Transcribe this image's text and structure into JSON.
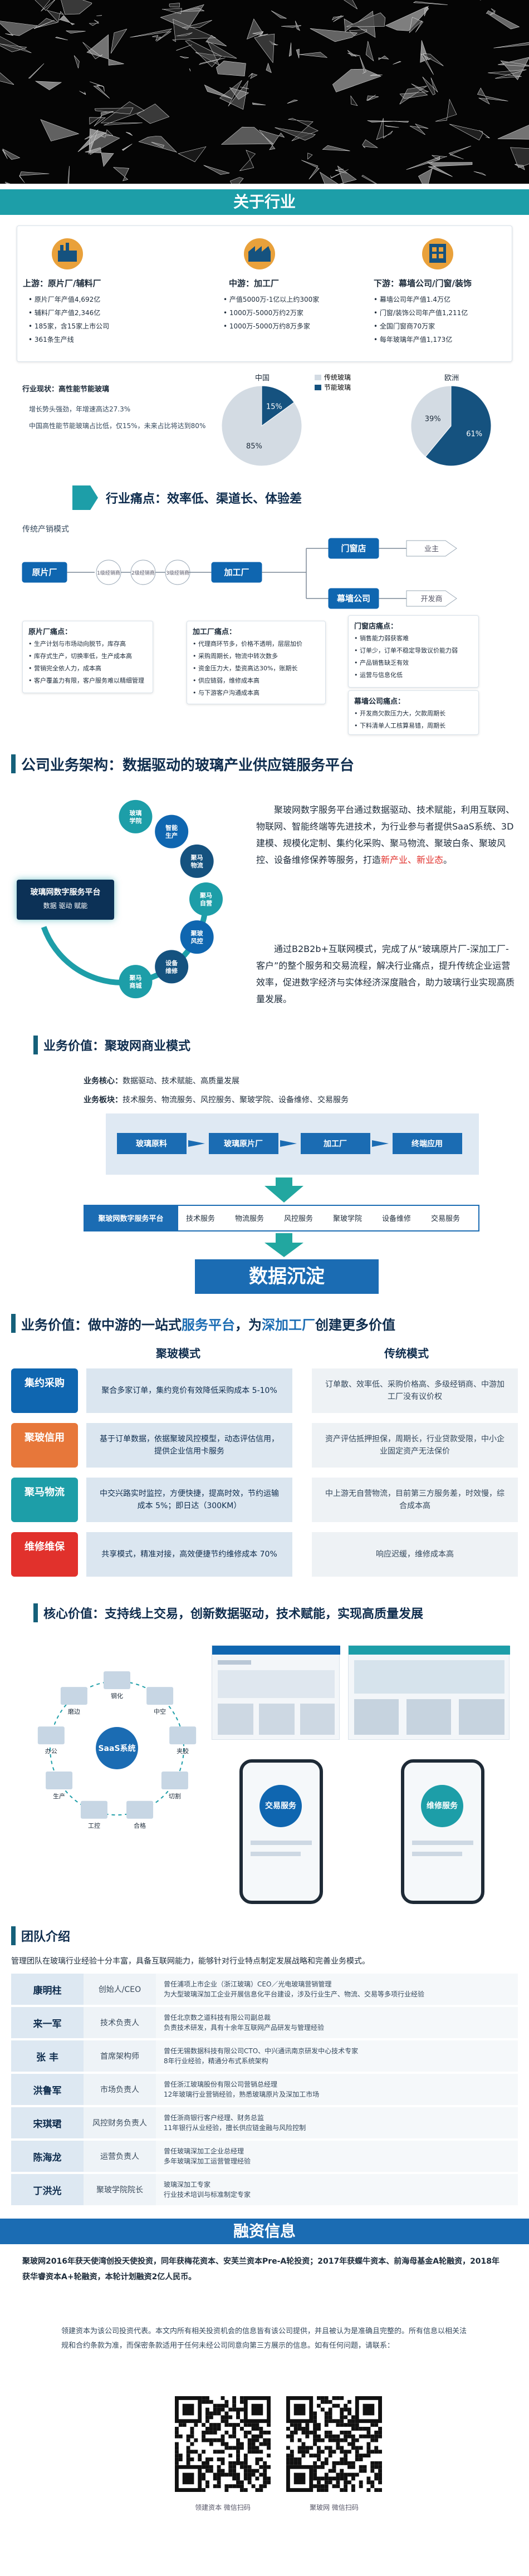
{
  "about": {
    "title": "关于行业"
  },
  "industry": {
    "upstream": {
      "label": "上游：原片厂/辅料厂",
      "items": [
        "原片厂年产值4,692亿",
        "辅料厂年产值2,346亿",
        "185家，含15家上市公司",
        "361条生产线"
      ]
    },
    "midstream": {
      "label": "中游：加工厂",
      "items": [
        "产值5000万-1亿以上约300家",
        "1000万-5000万约2万家",
        "1000万-5000万约8万多家"
      ]
    },
    "downstream": {
      "label": "下游：幕墙公司/门窗/装饰",
      "items": [
        "幕墙公司年产值1.4万亿",
        "门窗/装饰公司年产值1,211亿",
        "全国门窗商70万家",
        "每年玻璃年产值1,173亿"
      ]
    },
    "stats_title": "行业现状：高性能节能玻璃",
    "stats_lines": [
      "增长势头强劲，年增速高达27.3%",
      "中国高性能节能玻璃占比低，仅15%，未来占比将达到80%"
    ],
    "pie_cn": {
      "label": "中国",
      "slices": [
        15,
        85
      ],
      "labels": [
        "15%",
        "85%"
      ]
    },
    "pie_eu": {
      "label": "欧洲",
      "slices": [
        61,
        39
      ],
      "labels": [
        "61%",
        "39%"
      ]
    },
    "legend": [
      "传统玻璃",
      "节能玻璃"
    ],
    "colors": {
      "dark": "#15527f",
      "light": "#d3dbe3"
    }
  },
  "pain": {
    "title": "行业痛点：效率低、渠道长、体验差",
    "mode_label": "传统产销模式",
    "nodes": [
      "原片厂",
      "加工厂",
      "门窗店",
      "业主",
      "幕墙公司",
      "开发商"
    ],
    "small_nodes": [
      "1级经销商",
      "2级经销商",
      "3级经销商"
    ],
    "raw_title": "原片厂痛点：",
    "raw_items": [
      "生产计划与市场动向脱节，库存高",
      "库存式生产，切换率低，生产成本高",
      "营销完全依人力，成本高",
      "客户覆盖力有限，客户服务难以精细管理"
    ],
    "proc_title": "加工厂痛点：",
    "proc_items": [
      "代理商环节多，价格不透明，层层加价",
      "采购周期长，物流中转次数多",
      "资金压力大，垫资高达30%，账期长",
      "供应链弱，维修成本高",
      "与下游客户沟通成本高"
    ],
    "door_title": "门窗店痛点：",
    "door_items": [
      "销售能力弱获客难",
      "订单少，订单不稳定导致议价能力弱",
      "产品销售缺乏有效",
      "运营与信息化低"
    ],
    "wall_title": "幕墙公司痛点：",
    "wall_items": [
      "开发商欠款压力大，欠款周期长",
      "下料清单人工核算易错，周期长"
    ]
  },
  "arch": {
    "title": "公司业务架构：数据驱动的玻璃产业供应链服务平台",
    "platform": "玻璃网数字服务平台",
    "platform_sub": "数据 驱动 赋能",
    "modules": [
      "玻璃学院",
      "智能生产",
      "聚马物流",
      "聚马自营",
      "聚玻风控",
      "设备维修",
      "聚马商城"
    ],
    "para1": "聚玻网数字服务平台通过数据驱动、技术赋能，利用互联网、物联网、智能终端等先进技术，为行业参与者提供SaaS系统、3D建模、规模化定制、集约化采购、聚马物流、聚玻白条、聚玻风控、设备维修保养等服务，打造",
    "para1_red": "新产业、新业态",
    "para1_end": "。",
    "para2": "通过B2B2b+互联网模式，完成了从“玻璃原片厂-深加工厂-客户”的整个服务和交易流程，解决行业痛点，提升传统企业运营效率，促进数字经济与实体经济深度融合，助力玻璃行业实现高质量发展。"
  },
  "value1": {
    "title": "业务价值：聚玻网商业模式",
    "core_label": "业务核心：",
    "core": "数据驱动、技术赋能、高质量发展",
    "sections_label": "业务板块：",
    "sections": "技术服务、物流服务、风控服务、聚玻学院、设备维修、交易服务",
    "flow": [
      "玻璃原料",
      "玻璃原片厂",
      "加工厂",
      "终端应用"
    ],
    "platform": "聚玻网数字服务平台",
    "services": [
      "技术服务",
      "物流服务",
      "风控服务",
      "聚玻学院",
      "设备维修",
      "交易服务"
    ],
    "sink": "数据沉淀"
  },
  "value2": {
    "title_a": "业务价值：做中游的一站式",
    "title_b": "服务平台",
    "title_c": "，为",
    "title_d": "深加工厂",
    "title_e": "创建更多价值",
    "col1": "聚玻模式",
    "col2": "传统模式",
    "rows": [
      {
        "tag": "集约采购",
        "tag_color": "#0f66b0",
        "a": "聚合多家订单，集约竞价有效降低采购成本 5-10%",
        "b": "订单散、效率低、采购价格高、多级经销商、中游加工厂没有议价权"
      },
      {
        "tag": "聚玻信用",
        "tag_color": "#e7773a",
        "a": "基于订单数据，依据聚玻风控模型，动态评估信用，提供企业信用卡服务",
        "b": "资产评估抵押担保，周期长，行业贷款受限，中小企业固定资产无法保价"
      },
      {
        "tag": "聚马物流",
        "tag_color": "#1d9ea8",
        "a": "中交兴路实时监控，方便快捷，提高时效，节约运输成本 5%；即日达（300KM）",
        "b": "中上游无自营物流，目前第三方服务差，时效慢，综合成本高"
      },
      {
        "tag": "维修维保",
        "tag_color": "#e1312c",
        "a": "共享模式，精准对接，高效便捷节约维修成本 70%",
        "b": "响应迟缓，维修成本高"
      }
    ]
  },
  "core": {
    "title": "核心价值：支持线上交易，创新数据驱动，技术赋能，实现高质量发展",
    "saas": "SaaS系统",
    "ring": [
      "钢化",
      "中空",
      "夹胶",
      "切割",
      "合格",
      "工控",
      "生产",
      "办公",
      "磨边"
    ],
    "phone1": "交易服务",
    "phone2": "维修服务"
  },
  "team": {
    "title": "团队介绍",
    "intro": "管理团队在玻璃行业经验十分丰富，具备互联网能力，能够针对行业特点制定发展战略和完善业务模式。",
    "members": [
      {
        "name": "康明柱",
        "role": "创始人/CEO",
        "desc": "曾任浦项上市企业（浙江玻璃）CEO／光电玻璃营销管理\n为大型玻璃深加工企业开展信息化平台建设，涉及行业生产、物流、交易等多项行业经验"
      },
      {
        "name": "来一军",
        "role": "技术负责人",
        "desc": "曾任北京数之道科技有限公司副总裁\n负责技术研发，具有十余年互联网产品研发与管理经验"
      },
      {
        "name": "张  丰",
        "role": "首席架构师",
        "desc": "曾任无锡数据科技有限公司CTO、中兴通讯南京研发中心技术专家\n8年行业经验，精通分布式系统架构"
      },
      {
        "name": "洪鲁军",
        "role": "市场负责人",
        "desc": "曾任浙江玻璃股份有限公司营销总经理\n12年玻璃行业营销经验，熟悉玻璃原片及深加工市场"
      },
      {
        "name": "宋琪珺",
        "role": "风控财务负责人",
        "desc": "曾任浙商银行客户经理、财务总监\n11年银行从业经验，擅长供应链金融与风险控制"
      },
      {
        "name": "陈海龙",
        "role": "运营负责人",
        "desc": "曾任玻璃深加工企业总经理\n多年玻璃深加工运营管理经验"
      },
      {
        "name": "丁洪光",
        "role": "聚玻学院院长",
        "desc": "玻璃深加工专家\n行业技术培训与标准制定专家"
      }
    ]
  },
  "finance": {
    "title": "融资信息",
    "text": "聚玻网2016年获天使湾创投天使投资，同年获梅花资本、安芙兰资本Pre-A轮投资；2017年获蝶牛资本、前海母基金A轮融资，2018年获华睿资本A+轮融资，本轮计划融资2亿人民币。"
  },
  "footer": {
    "disclaimer": "领建资本为该公司投资代表。本文内所有相关投资机会的信息皆有该公司提供，并且被认为是准确且完整的。所有信息以相关法规和合约条款为准，而保密条款适用于任何未经公司同意向第三方展示的信息。如有任何问题，请联系：",
    "qr1": "领建资本 微信扫码",
    "qr2": "聚玻网 微信扫码"
  }
}
